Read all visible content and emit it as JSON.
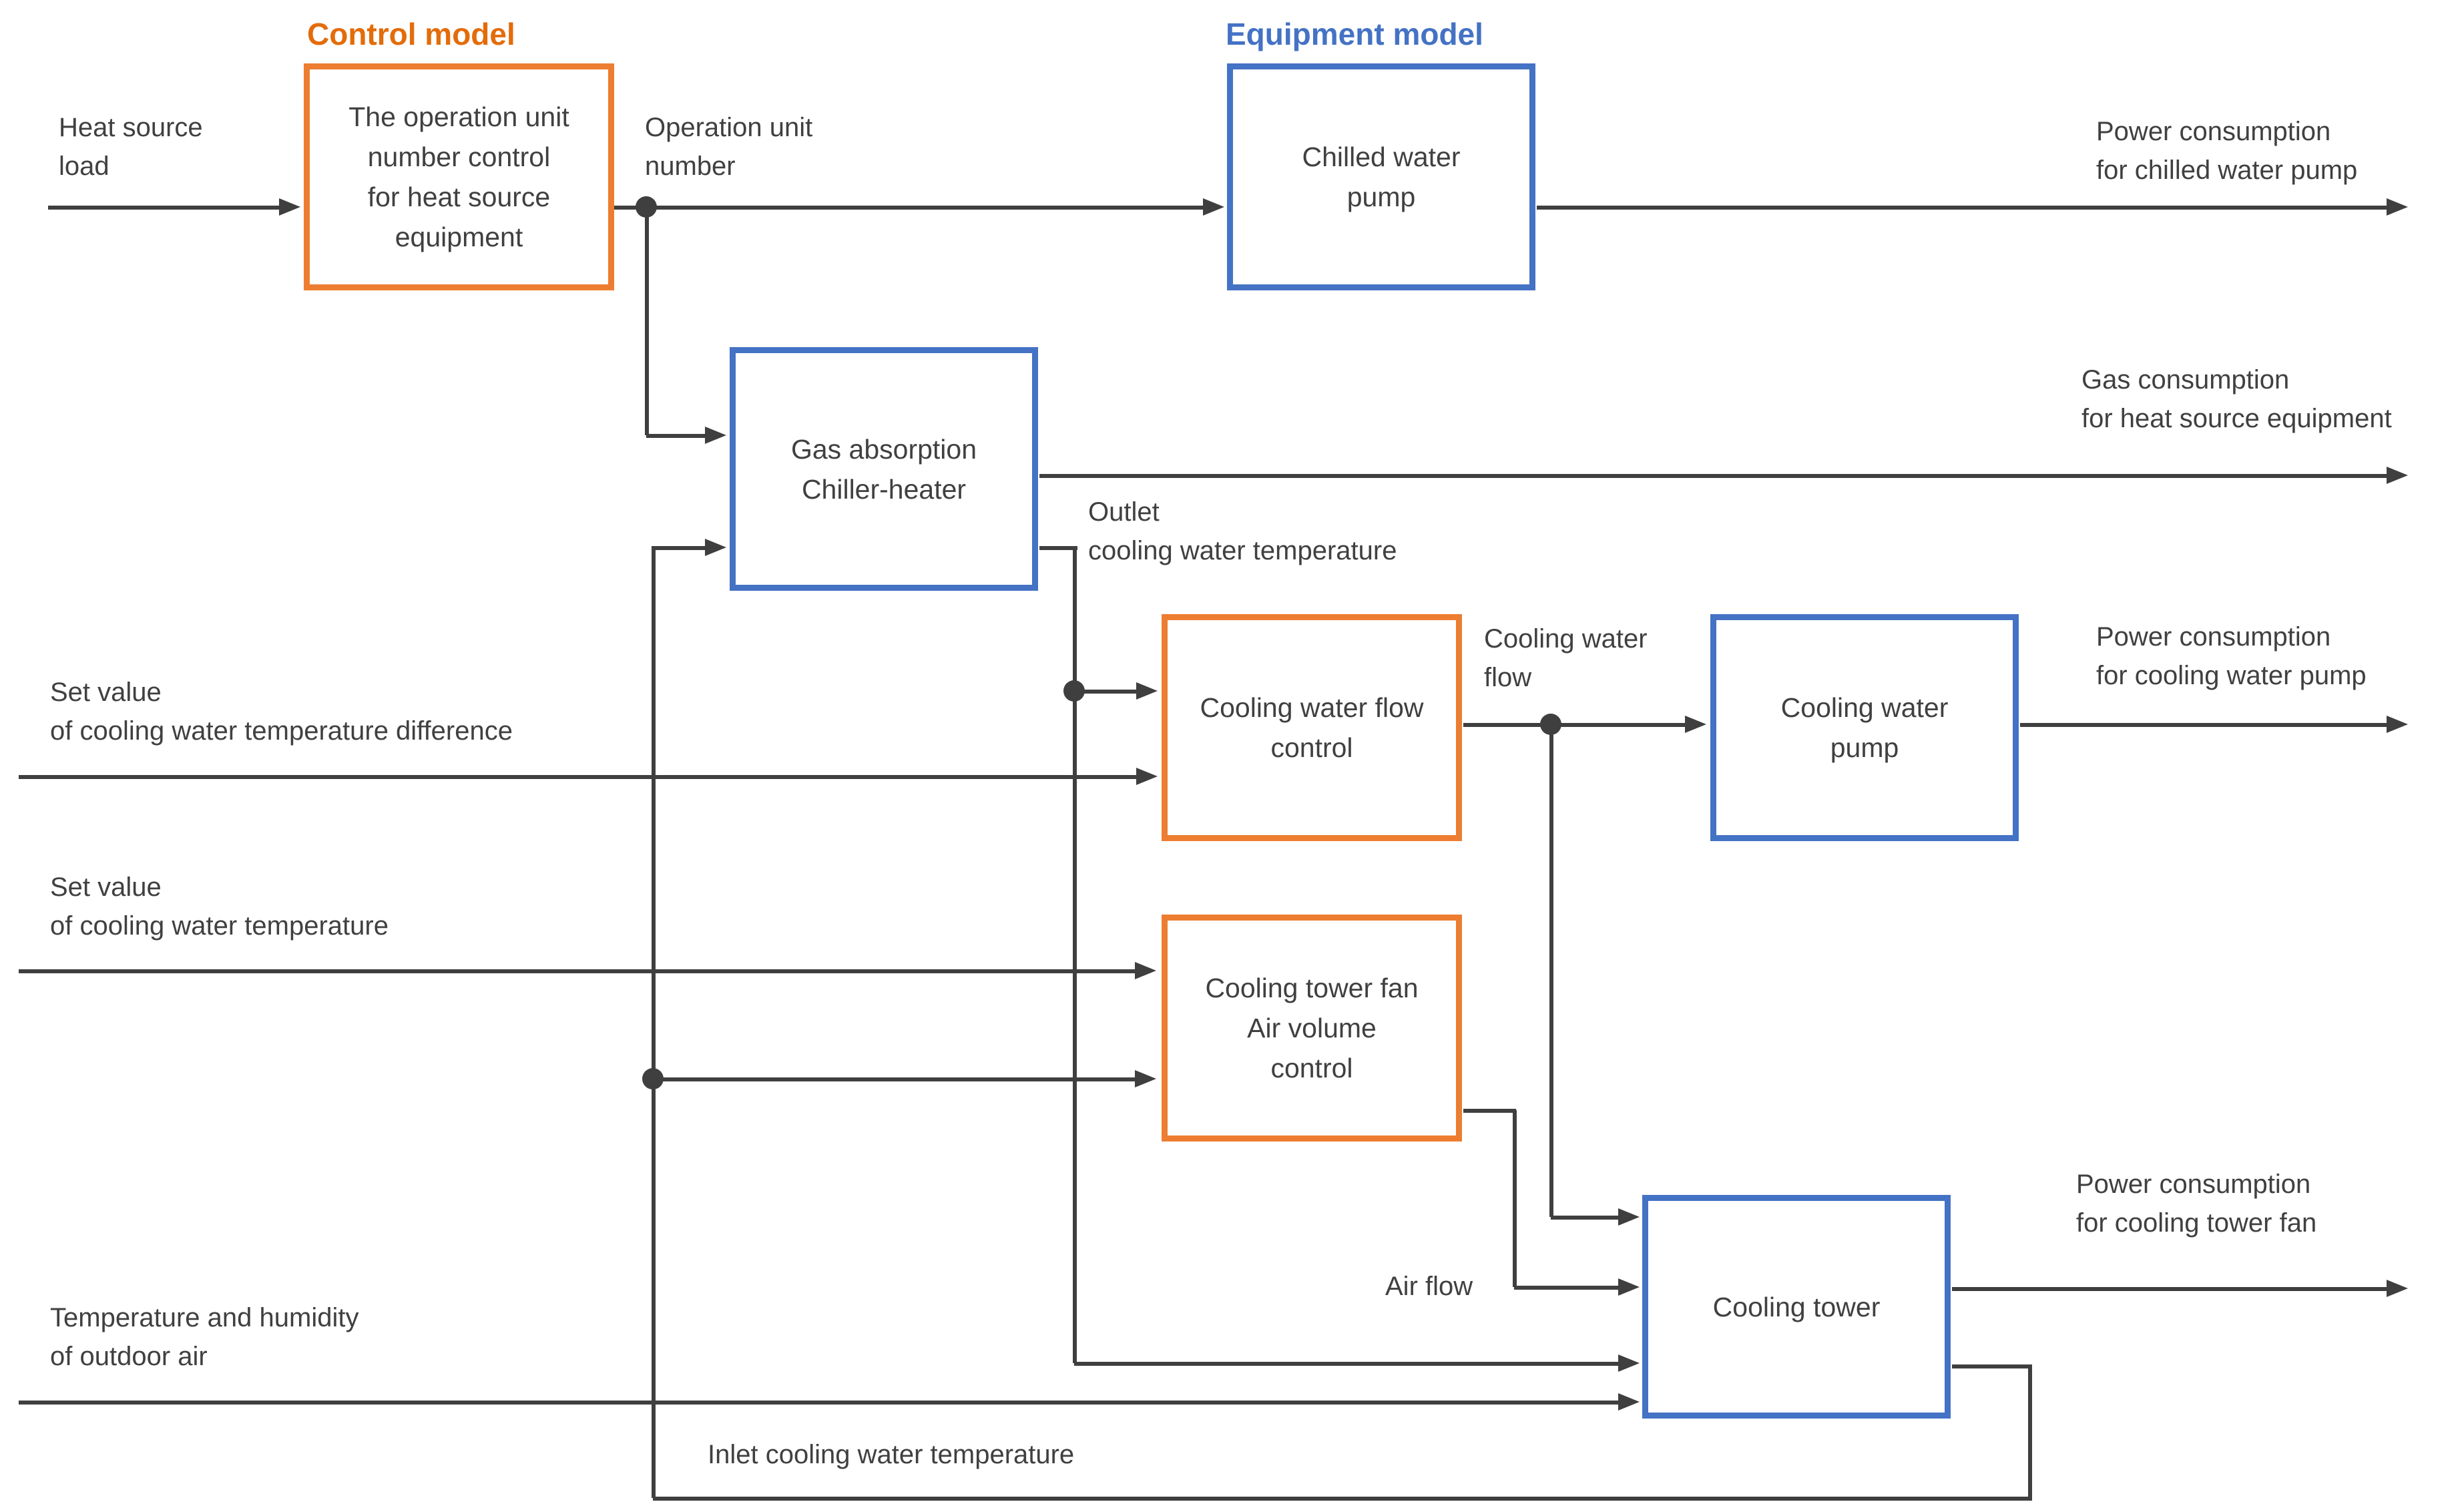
{
  "legend": {
    "control_model": "Control model",
    "equipment_model": "Equipment model"
  },
  "blocks": [
    {
      "id": "unit_number_control",
      "model": "control",
      "text": "The operation unit\nnumber control\nfor heat source\nequipment"
    },
    {
      "id": "chilled_water_pump",
      "model": "equipment",
      "text": "Chilled water\npump"
    },
    {
      "id": "gas_absorption_chiller_heater",
      "model": "equipment",
      "text": "Gas absorption\nChiller-heater"
    },
    {
      "id": "cooling_water_flow_control",
      "model": "control",
      "text": "Cooling water flow\ncontrol"
    },
    {
      "id": "cooling_water_pump",
      "model": "equipment",
      "text": "Cooling water\npump"
    },
    {
      "id": "cooling_tower_fan_air_volume_control",
      "model": "control",
      "text": "Cooling tower fan\nAir volume\ncontrol"
    },
    {
      "id": "cooling_tower",
      "model": "equipment",
      "text": "Cooling tower"
    }
  ],
  "labels": {
    "heat_source_load": "Heat source\nload",
    "operation_unit_number": "Operation unit\nnumber",
    "power_chilled_pump": "Power consumption\nfor chilled water pump",
    "gas_consumption": "Gas consumption\nfor heat source equipment",
    "outlet_cooling_water_temperature": "Outlet\ncooling water temperature",
    "set_value_temperature_difference": "Set value\nof cooling water temperature difference",
    "set_value_temperature": "Set value\nof cooling water temperature",
    "cooling_water_flow": "Cooling water\nflow",
    "power_cooling_water_pump": "Power consumption\nfor cooling water pump",
    "air_flow": "Air flow",
    "power_cooling_tower_fan": "Power consumption\nfor cooling tower fan",
    "temperature_humidity_outdoor_air": "Temperature and humidity\nof outdoor air",
    "inlet_cooling_water_temperature": "Inlet cooling water temperature"
  },
  "colors": {
    "control_accent": "#E36C0A",
    "control_border": "#ED7D31",
    "equipment_accent": "#4472C4",
    "equipment_border": "#4472C4",
    "line": "#3F3F3F",
    "text": "#404040"
  }
}
